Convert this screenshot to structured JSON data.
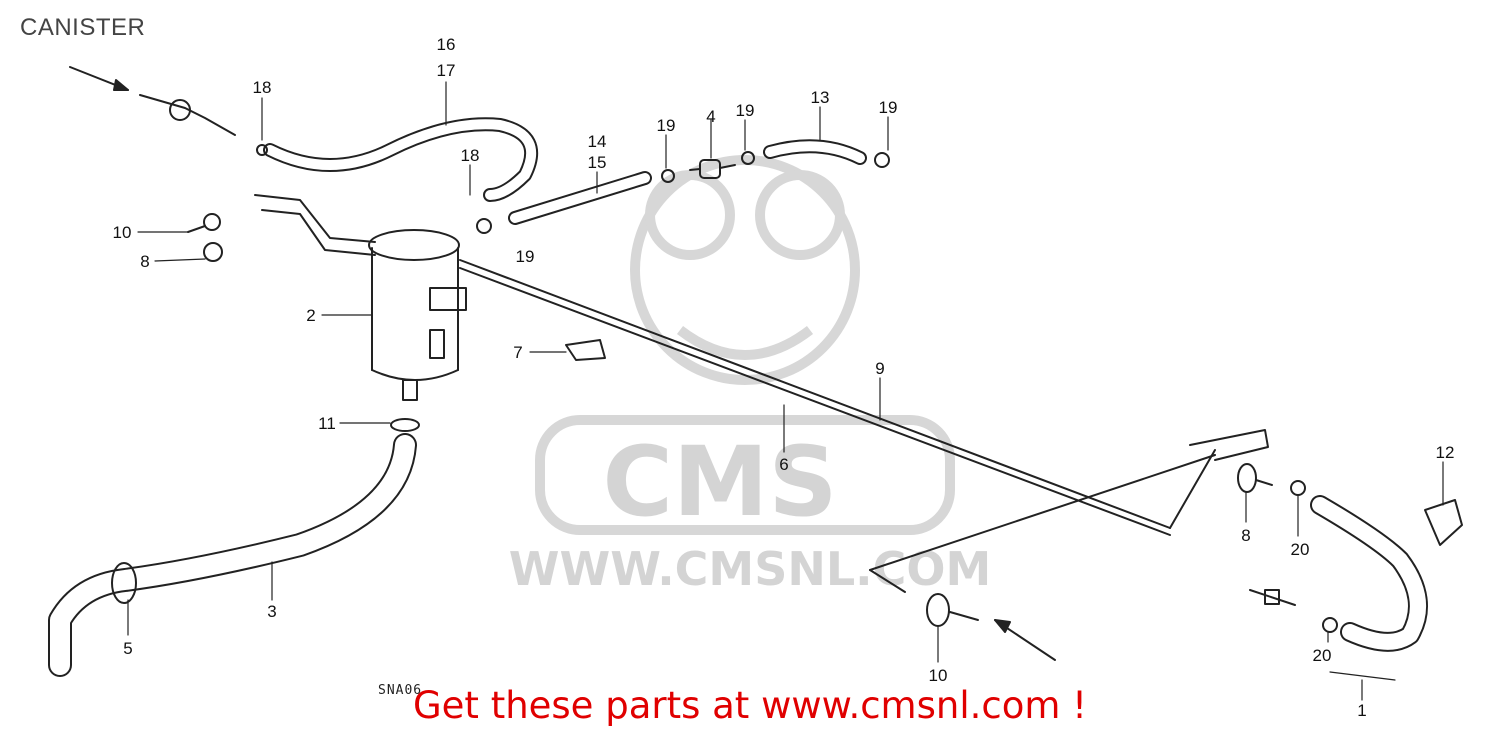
{
  "title": "CANISTER",
  "diagram_code": "SNA06",
  "call_to_action": "Get these parts at www.cmsnl.com !",
  "watermark": {
    "brand": "CMS",
    "url": "WWW.CMSNL.COM"
  },
  "colors": {
    "cta": "#e00000",
    "line": "#222222",
    "watermark": "#d7d7d7",
    "title": "#444444"
  },
  "callouts": [
    "16",
    "17",
    "18",
    "18",
    "19",
    "19",
    "19",
    "19",
    "4",
    "13",
    "14",
    "15",
    "10",
    "8",
    "2",
    "7",
    "9",
    "11",
    "6",
    "3",
    "5",
    "10",
    "8",
    "20",
    "12",
    "20",
    "1"
  ]
}
